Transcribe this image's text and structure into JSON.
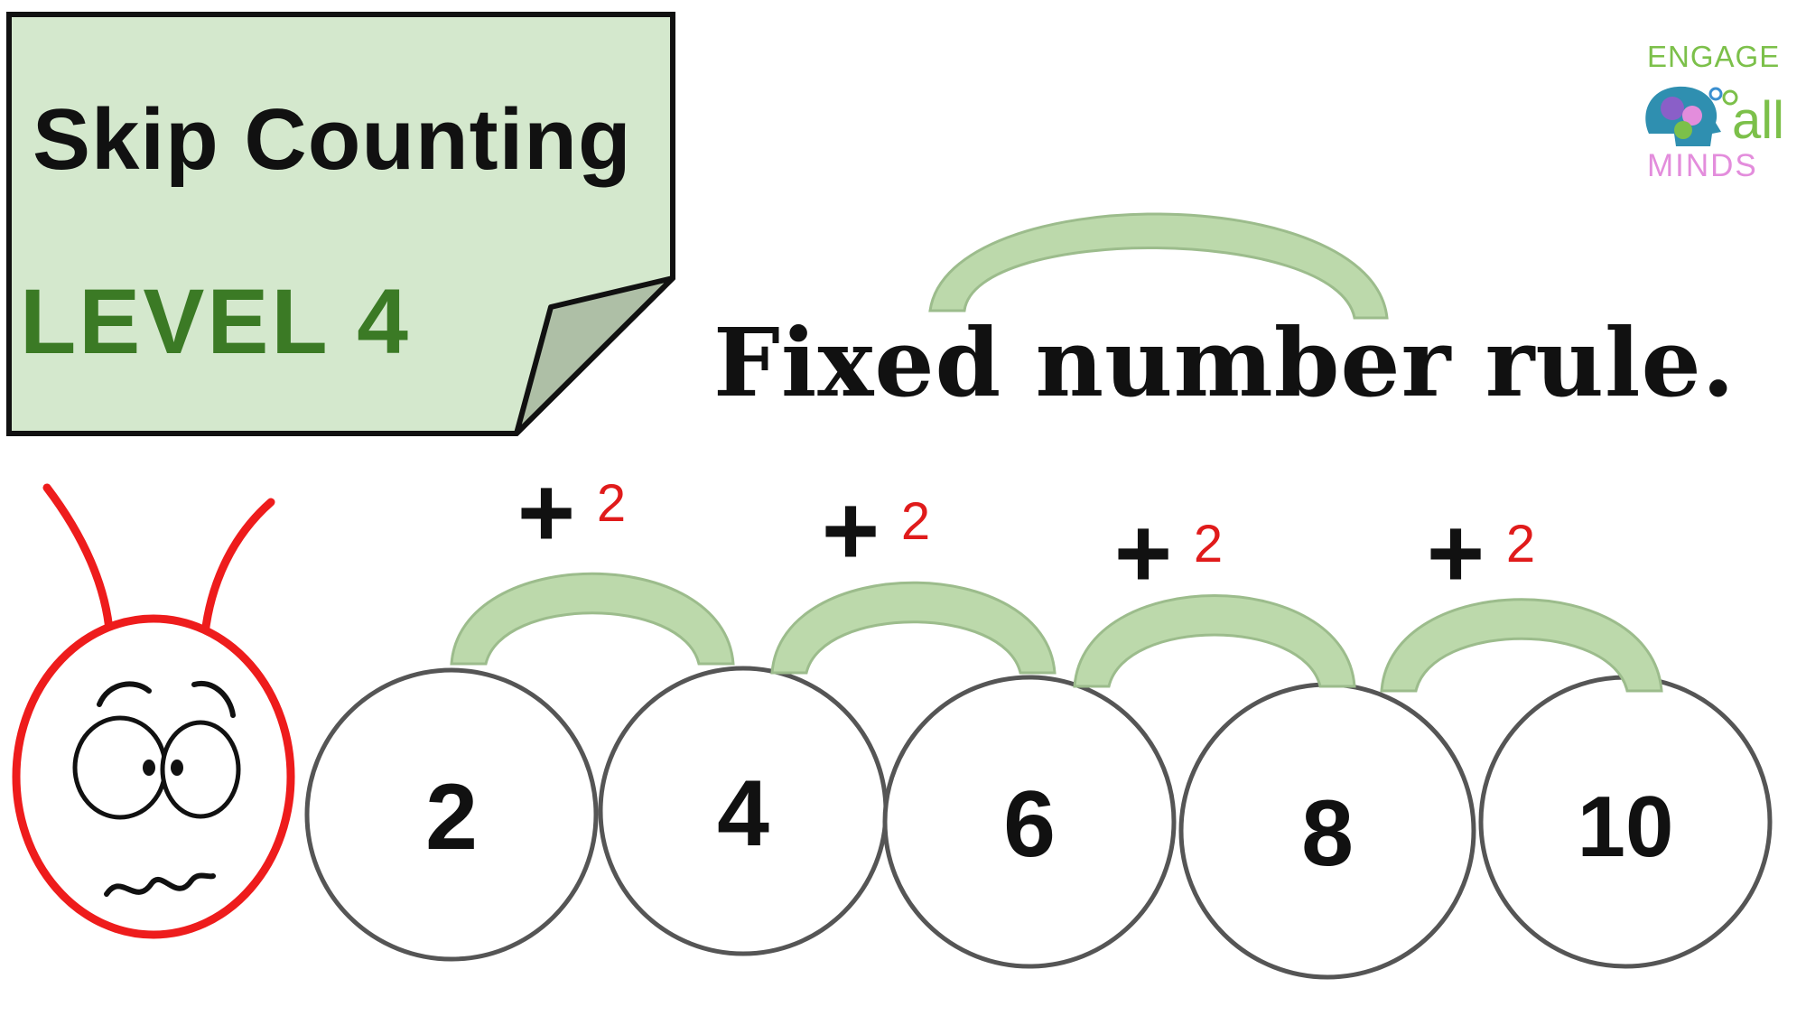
{
  "title": {
    "main": "Skip Counting",
    "level": "LEVEL 4"
  },
  "rule_text": "Fixed number rule.",
  "logo": {
    "engage": "ENGAGE",
    "all": "all",
    "minds": "MINDS"
  },
  "steps": [
    {
      "op": "+",
      "value": "2"
    },
    {
      "op": "+",
      "value": "2"
    },
    {
      "op": "+",
      "value": "2"
    },
    {
      "op": "+",
      "value": "2"
    }
  ],
  "sequence": [
    "2",
    "4",
    "6",
    "8",
    "10"
  ],
  "colors": {
    "note_fill": "#d4e8cd",
    "note_fold": "#aebfa6",
    "arc_fill": "#bcd9ab",
    "level_text": "#3b7a25",
    "step_value": "#e01b1b",
    "caterpillar_head": "#ee1c1c",
    "logo_green": "#7cc04a",
    "logo_pink": "#e38ddc"
  }
}
